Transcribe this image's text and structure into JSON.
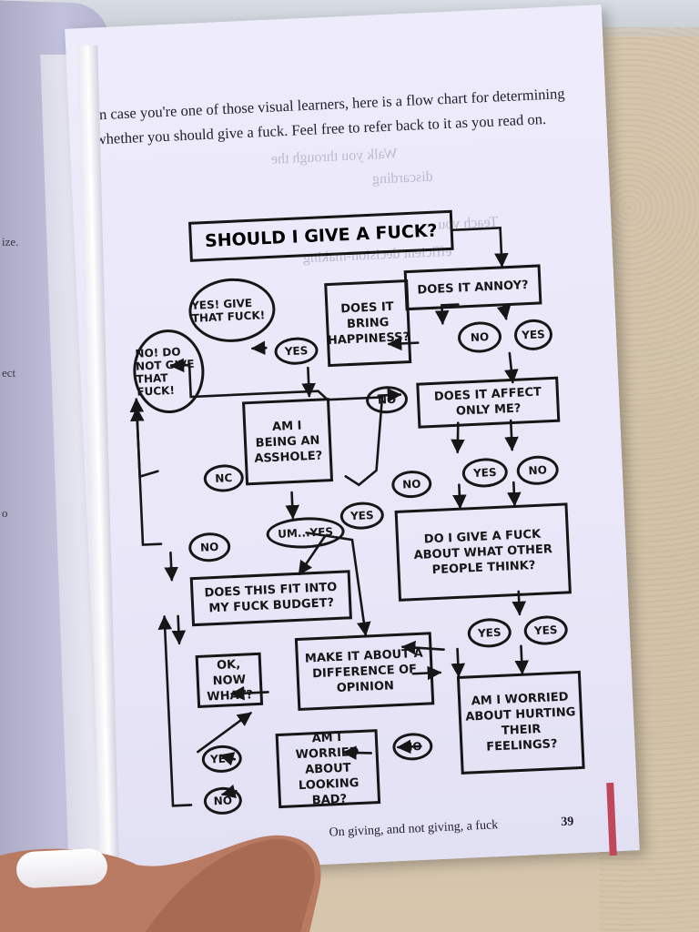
{
  "left_page": {
    "fragments": [
      "ize.",
      "ect",
      "o"
    ]
  },
  "intro": "In case you're one of those visual learners, here is a flow chart for determining whether you should give a fuck. Feel free to refer back to it as you read on.",
  "ghost_text": [
    "Walk you through the",
    "discarding",
    "Teach you",
    "efficient decision-making"
  ],
  "flowchart": {
    "title": "Should I give a fuck?",
    "nodes": {
      "annoy": "Does it annoy?",
      "happiness": "Does it bring happiness?",
      "yes_give": "Yes! Give that fuck!",
      "no_give": "No! Do not give that fuck!",
      "affect_me": "Does it affect only me?",
      "asshole": "Am I being an asshole?",
      "what_others": "Do I give a fuck about what other people think?",
      "budget": "Does this fit into my fuck budget?",
      "difference": "Make it about a difference of opinion",
      "now_what": "OK, now what?",
      "hurting": "Am I worried about hurting their feelings?",
      "looking_bad": "Am I worried about looking bad?"
    },
    "labels": {
      "no": "No",
      "yes": "Yes",
      "nc": "Nc",
      "um_yes": "Um...yes"
    }
  },
  "footer": {
    "chapter": "On giving, and not giving, a fuck",
    "page_number": "39"
  }
}
